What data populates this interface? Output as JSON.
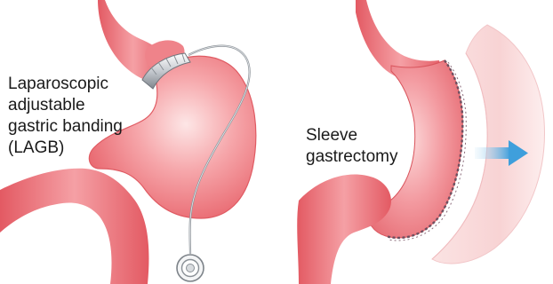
{
  "figure": {
    "lagb": {
      "lines": [
        "Laparoscopic",
        "adjustable",
        "gastric banding",
        "(LAGB)"
      ]
    },
    "sleeve": {
      "lines": [
        "Sleeve",
        "gastrectomy"
      ]
    }
  },
  "colors": {
    "stomach_fill": "#f07e84",
    "stomach_light": "#fbcfd0",
    "stomach_edge": "#d9545c",
    "band": "#c9ccd1",
    "band_dark": "#8d9298",
    "tube": "#9aa0a6",
    "removed_part": "#f9dcdc",
    "staple_line": "#7a5a66",
    "arrow": "#6fb7e6",
    "text": "#1a1a1a"
  }
}
